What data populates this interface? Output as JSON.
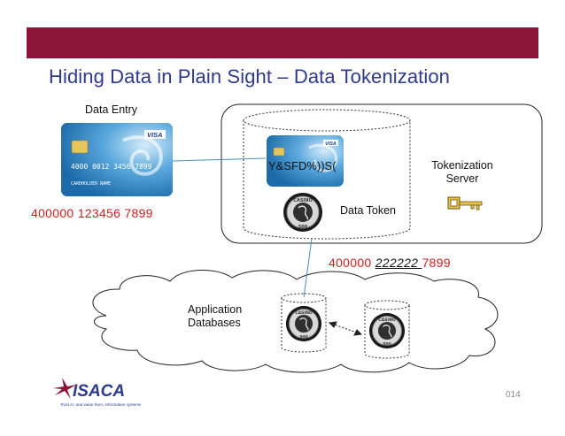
{
  "slide": {
    "title": "Hiding Data in Plain Sight – Data Tokenization",
    "page_number": "014"
  },
  "labels": {
    "data_entry": "Data Entry",
    "card_number": "400000 123456 7899",
    "token_string": "Y&SFD%))S(",
    "tokenization_server_line1": "Tokenization",
    "tokenization_server_line2": "Server",
    "data_token": "Data Token",
    "token_prefix": "400000 ",
    "token_middle": "222222 ",
    "token_suffix": "7899",
    "app_db_line1": "Application",
    "app_db_line2": "Databases"
  },
  "card": {
    "brand": "VISA",
    "number": "4000 0012 3456 7899",
    "name": "CARDHOLDER NAME"
  },
  "coin": {
    "top_text": "CASINO",
    "value": "500"
  },
  "logo": {
    "brand": "ISACA",
    "tagline": "Trust in, and value from, information systems"
  },
  "colors": {
    "accent_bar": "#8a1538",
    "title": "#2e3a8c",
    "highlight_number": "#cc1f1f",
    "card_blue": "#2f86c4"
  }
}
